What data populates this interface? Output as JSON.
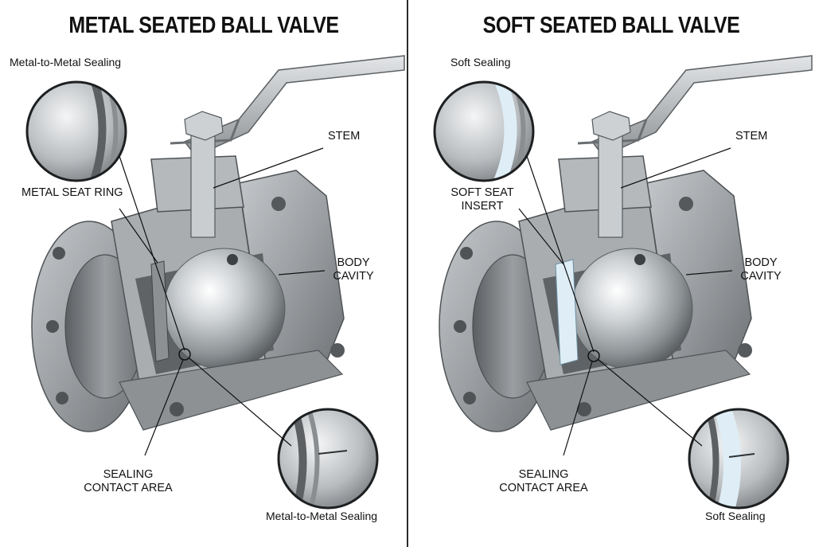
{
  "left": {
    "title": "METAL SEATED BALL VALVE",
    "top_callout": "Metal-to-Metal Sealing",
    "seat_line1": "METAL SEAT RING",
    "seat_line2": "",
    "stem": "STEM",
    "body_line1": "BODY",
    "body_line2": "CAVITY",
    "contact_line1": "SEALING",
    "contact_line2": "CONTACT AREA",
    "bottom_callout": "Metal-to-Metal Sealing"
  },
  "right": {
    "title": "SOFT SEATED BALL VALVE",
    "top_callout": "Soft Sealing",
    "seat_line1": "SOFT SEAT",
    "seat_line2": "INSERT",
    "stem": "STEM",
    "body_line1": "BODY",
    "body_line2": "CAVITY",
    "contact_line1": "SEALING",
    "contact_line2": "CONTACT AREA",
    "bottom_callout": "Soft Sealing"
  },
  "colors": {
    "metal_light": "#d9dcde",
    "metal_mid": "#a7abae",
    "metal_dark": "#6c7073",
    "soft_seat": "#dfeef6",
    "divider": "#2b2b2b"
  },
  "icons": [
    "valve-cutaway",
    "magnifier-inset",
    "handle-lever",
    "hex-nut"
  ]
}
